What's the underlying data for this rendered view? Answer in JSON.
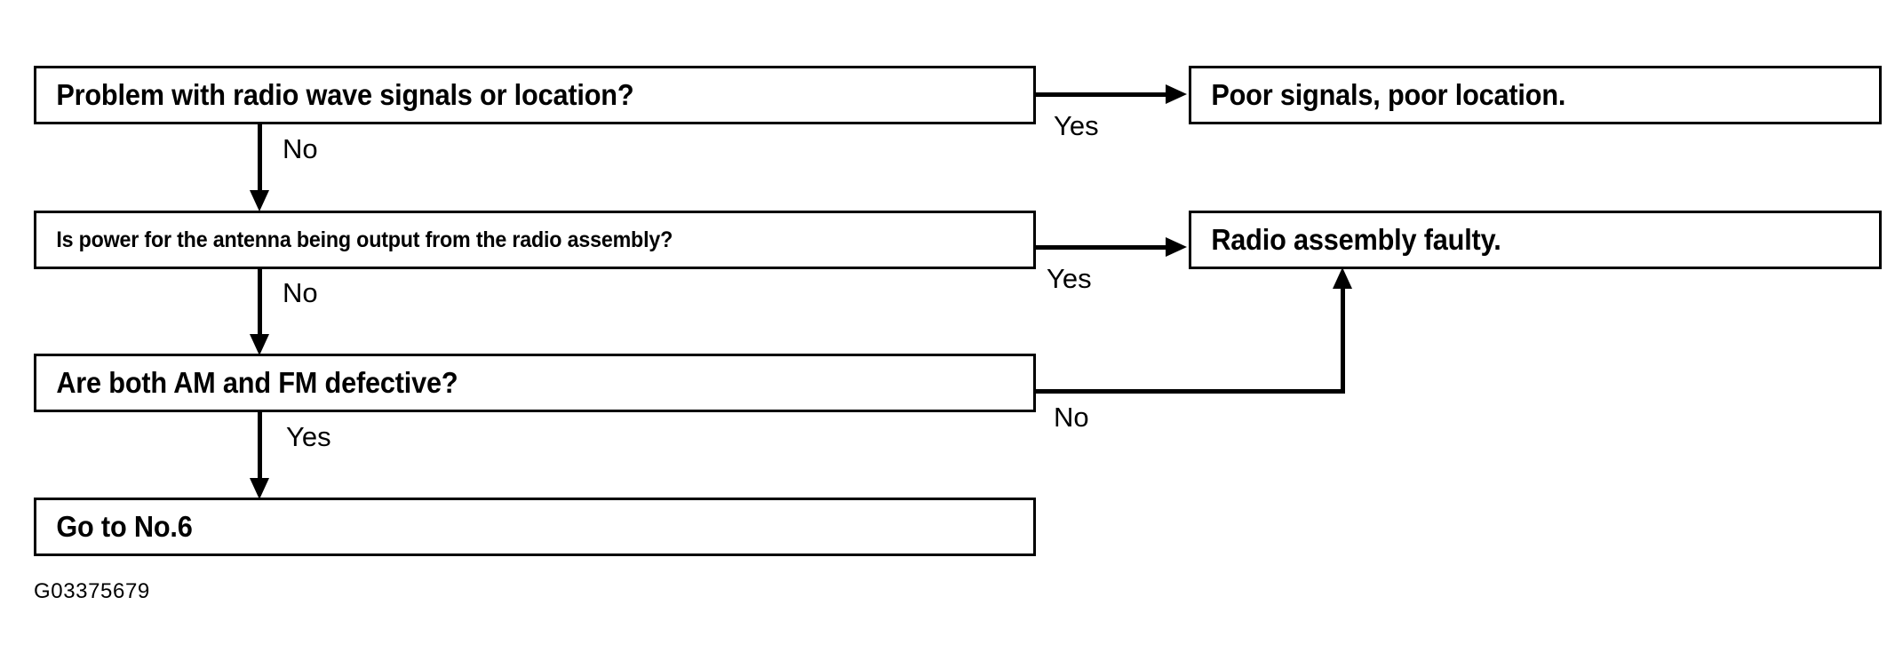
{
  "diagram": {
    "caption": "G03375679",
    "nodes": [
      {
        "id": "q1",
        "text": "Problem with radio wave signals or location?"
      },
      {
        "id": "r1",
        "text": "Poor signals, poor location."
      },
      {
        "id": "q2",
        "text": "Is power for the antenna being output from the radio assembly?"
      },
      {
        "id": "r2",
        "text": "Radio assembly faulty."
      },
      {
        "id": "q3",
        "text": "Are both AM and FM defective?"
      },
      {
        "id": "goto",
        "text": "Go to No.6"
      }
    ],
    "edge_labels": {
      "q1_yes": "Yes",
      "q1_no": "No",
      "q2_yes": "Yes",
      "q2_no": "No",
      "q3_no": "No",
      "q3_yes": "Yes"
    },
    "colors": {
      "stroke": "#000000",
      "background": "#ffffff",
      "text": "#000000"
    }
  }
}
